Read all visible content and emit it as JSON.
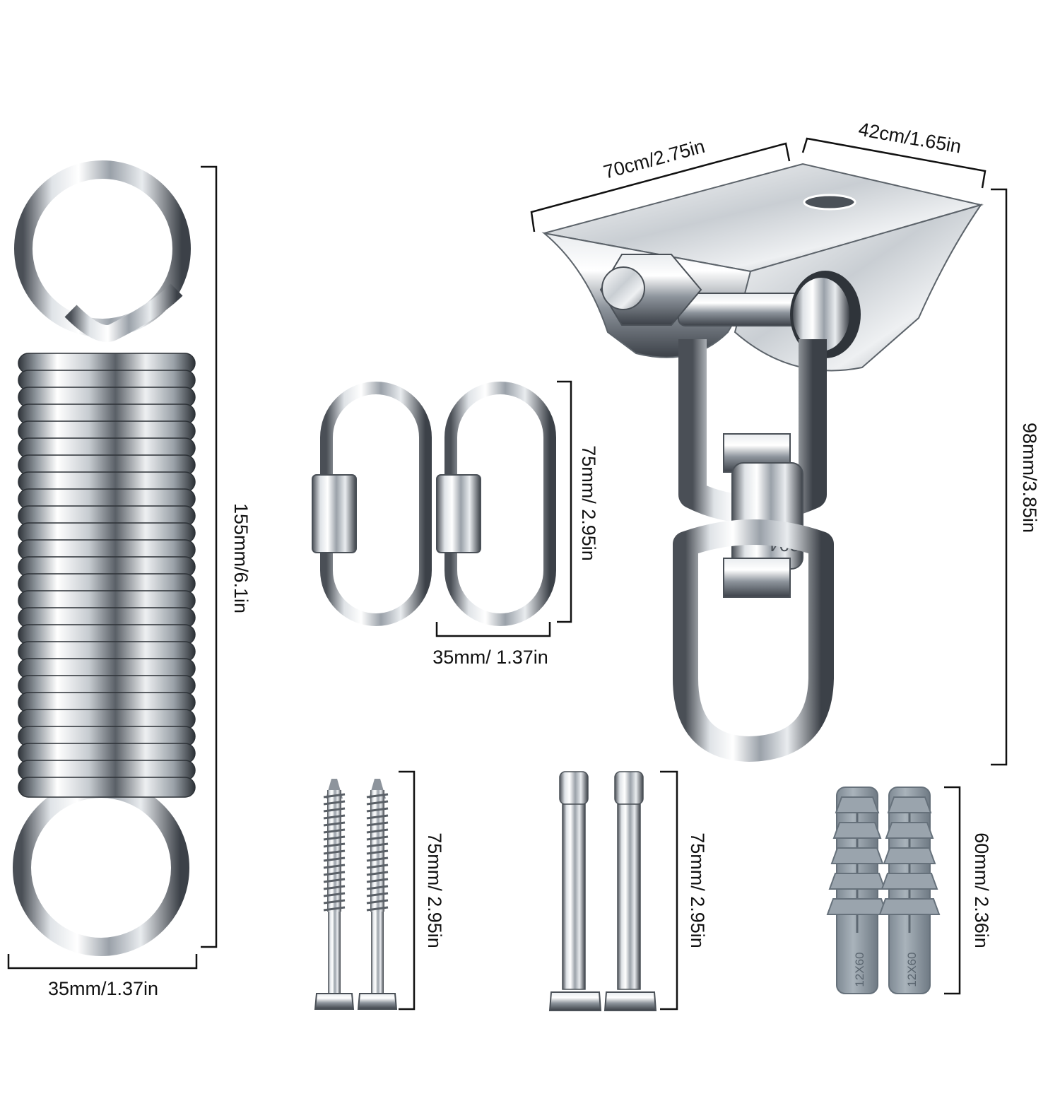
{
  "colors": {
    "steel_light": "#f4f6f8",
    "steel_mid": "#b7bdc4",
    "steel_dark": "#3c4148",
    "plug_grey": "#8f9aa3",
    "plug_dark": "#6b7680",
    "line": "#111111"
  },
  "items": {
    "spring": {
      "height_label": "155mm/6.1in",
      "width_label": "35mm/1.37in"
    },
    "swivel_hook": {
      "length_label": "70cm/2.75in",
      "width_label": "42cm/1.65in",
      "height_label": "98mm/3.85in",
      "stamp": "304"
    },
    "carabiners": {
      "height_label": "75mm/ 2.95in",
      "width_label": "35mm/ 1.37in"
    },
    "lag_screws": {
      "height_label": "75mm/ 2.95in"
    },
    "expansion_bolts": {
      "height_label": "75mm/ 2.95in"
    },
    "wall_plugs": {
      "height_label": "60mm/ 2.36in",
      "marking": "12X60"
    }
  }
}
